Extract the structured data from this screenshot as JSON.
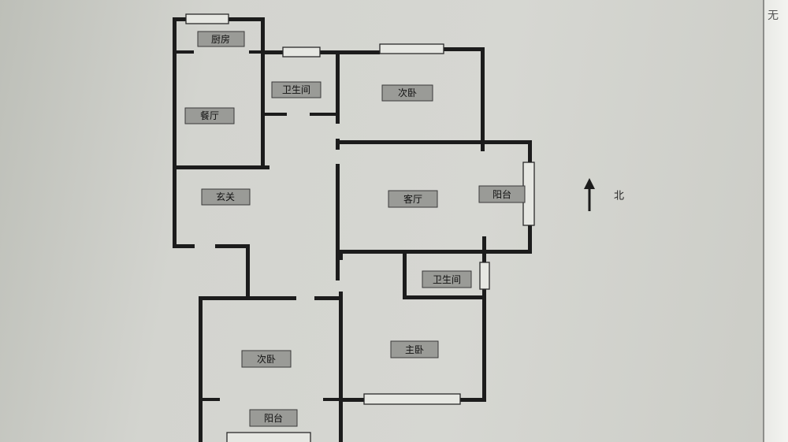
{
  "screen": {
    "background": "#d3d4cf",
    "wall_color": "#1c1c1c"
  },
  "window_edge_text": "无",
  "north_label": "北",
  "rooms": {
    "kitchen": "厨房",
    "dining": "餐厅",
    "bathroom_north": "卫生间",
    "bedroom_north": "次卧",
    "entrance": "玄关",
    "living": "客厅",
    "balcony_east": "阳台",
    "bathroom_south": "卫生间",
    "bedroom_sw": "次卧",
    "master": "主卧",
    "balcony_south": "阳台"
  }
}
